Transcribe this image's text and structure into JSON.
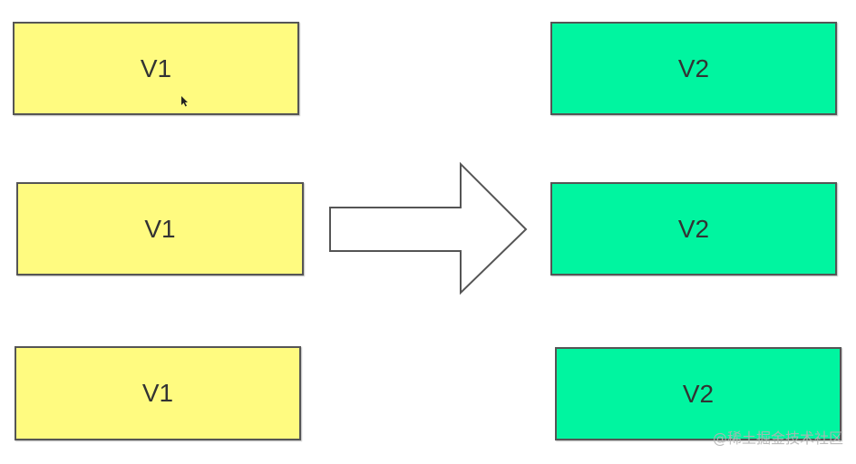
{
  "diagram": {
    "source_boxes": [
      {
        "label": "V1"
      },
      {
        "label": "V1"
      },
      {
        "label": "V1"
      }
    ],
    "target_boxes": [
      {
        "label": "V2"
      },
      {
        "label": "V2"
      },
      {
        "label": "V2"
      }
    ],
    "colors": {
      "v1_fill": "#fffb80",
      "v2_fill": "#00f5a0",
      "border": "#555555",
      "arrow_fill": "#ffffff"
    }
  },
  "watermark": {
    "text": "@稀土掘金技术社区"
  }
}
